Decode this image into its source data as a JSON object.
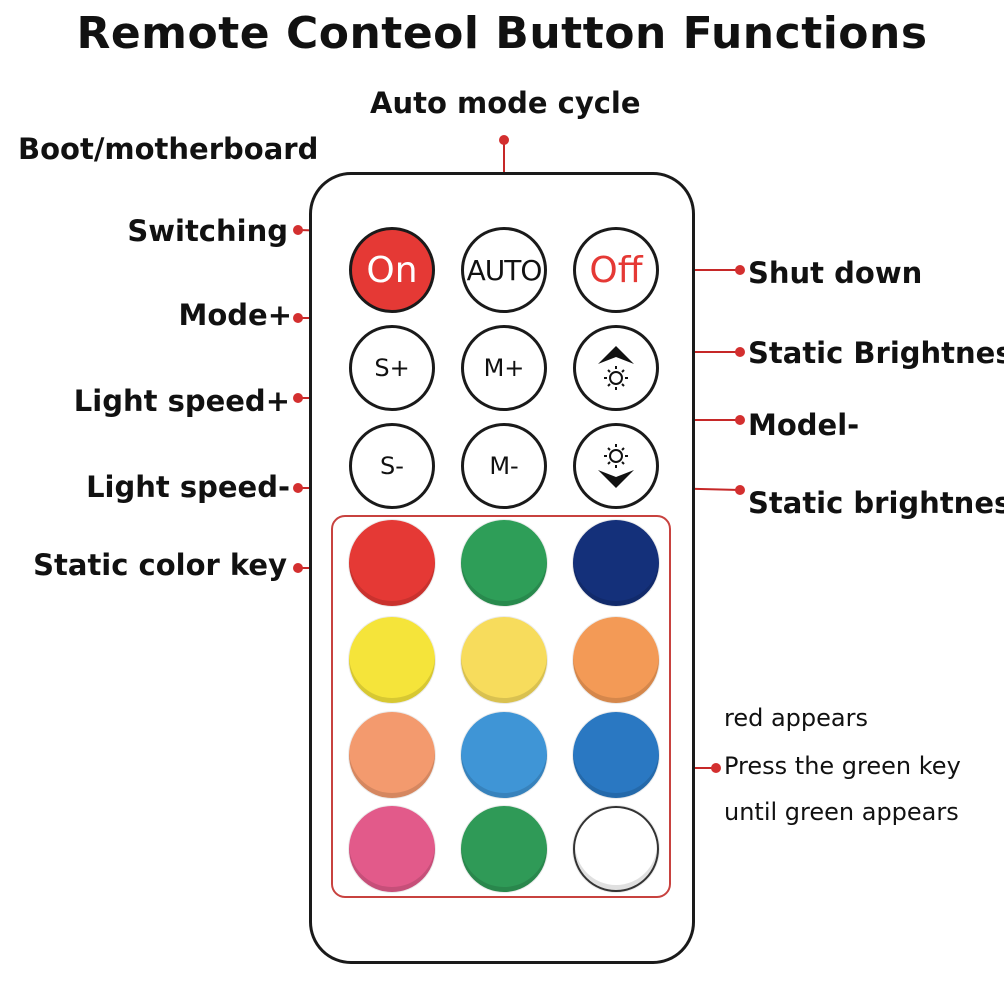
{
  "title": "Remote Conteol Button Functions",
  "labels": {
    "auto_mode": "Auto mode cycle",
    "boot": "Boot/motherboard",
    "switching": "Switching",
    "mode_plus": "Mode+",
    "light_speed_plus": "Light speed+",
    "light_speed_minus": "Light speed-",
    "static_color_key": "Static color key",
    "shut_down": "Shut down",
    "static_brightness_plus": "Static Brightnes+",
    "model_minus": "Model-",
    "static_brightness_minus": "Static brightness"
  },
  "notes": {
    "line1": "red appears",
    "line2": "Press the green key",
    "line3": "until green appears"
  },
  "buttons": {
    "on": "On",
    "auto": "AUTO",
    "off": "Off",
    "speed_plus": "S+",
    "mode_plus": "M+",
    "speed_minus": "S-",
    "mode_minus": "M-"
  },
  "color_keys": [
    [
      "#e53935",
      "#2e9e58",
      "#14307a"
    ],
    [
      "#f5e43a",
      "#f7dc5c",
      "#f39a56"
    ],
    [
      "#f39a6e",
      "#3f95d6",
      "#2a78c2"
    ],
    [
      "#e25a8a",
      "#2f9a57",
      "#ffffff"
    ]
  ],
  "accent": "#d32f2f"
}
